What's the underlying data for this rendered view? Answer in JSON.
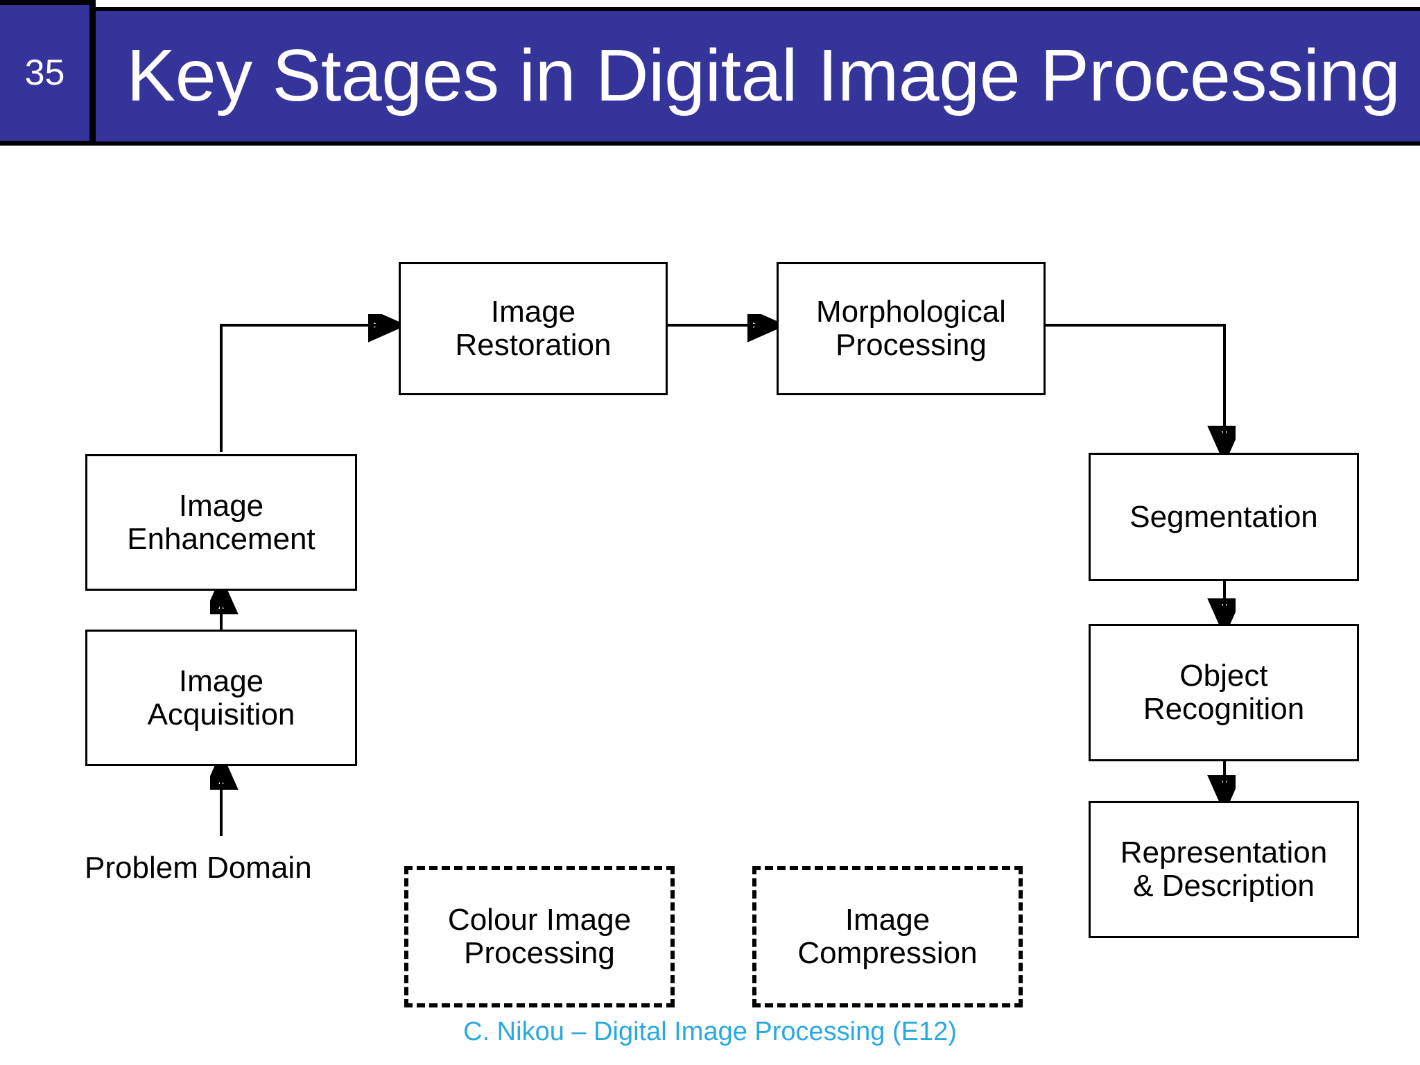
{
  "header": {
    "slide_number": "35",
    "title": "Key Stages in Digital Image Processing",
    "band_color": "#34349B",
    "title_color": "#FFFFFF"
  },
  "footer": {
    "text": "C. Nikou – Digital Image Processing (E12)",
    "color": "#29A9E0"
  },
  "diagram": {
    "type": "flowchart",
    "free_text": {
      "problem_domain": "Problem Domain"
    },
    "nodes": [
      {
        "id": "image-restoration",
        "label": "Image\nRestoration",
        "style": "solid"
      },
      {
        "id": "morphological-processing",
        "label": "Morphological\nProcessing",
        "style": "solid"
      },
      {
        "id": "image-enhancement",
        "label": "Image\nEnhancement",
        "style": "solid"
      },
      {
        "id": "image-acquisition",
        "label": "Image\nAcquisition",
        "style": "solid"
      },
      {
        "id": "segmentation",
        "label": "Segmentation",
        "style": "solid"
      },
      {
        "id": "object-recognition",
        "label": "Object\nRecognition",
        "style": "solid"
      },
      {
        "id": "representation-description",
        "label": "Representation\n& Description",
        "style": "solid"
      },
      {
        "id": "colour-image-processing",
        "label": "Colour Image\nProcessing",
        "style": "dashed"
      },
      {
        "id": "image-compression",
        "label": "Image\nCompression",
        "style": "dashed"
      }
    ],
    "edges": [
      {
        "from": "problem-domain",
        "to": "image-acquisition"
      },
      {
        "from": "image-acquisition",
        "to": "image-enhancement"
      },
      {
        "from": "image-enhancement",
        "to": "image-restoration"
      },
      {
        "from": "image-restoration",
        "to": "morphological-processing"
      },
      {
        "from": "morphological-processing",
        "to": "segmentation"
      },
      {
        "from": "segmentation",
        "to": "object-recognition"
      },
      {
        "from": "object-recognition",
        "to": "representation-description"
      }
    ]
  }
}
